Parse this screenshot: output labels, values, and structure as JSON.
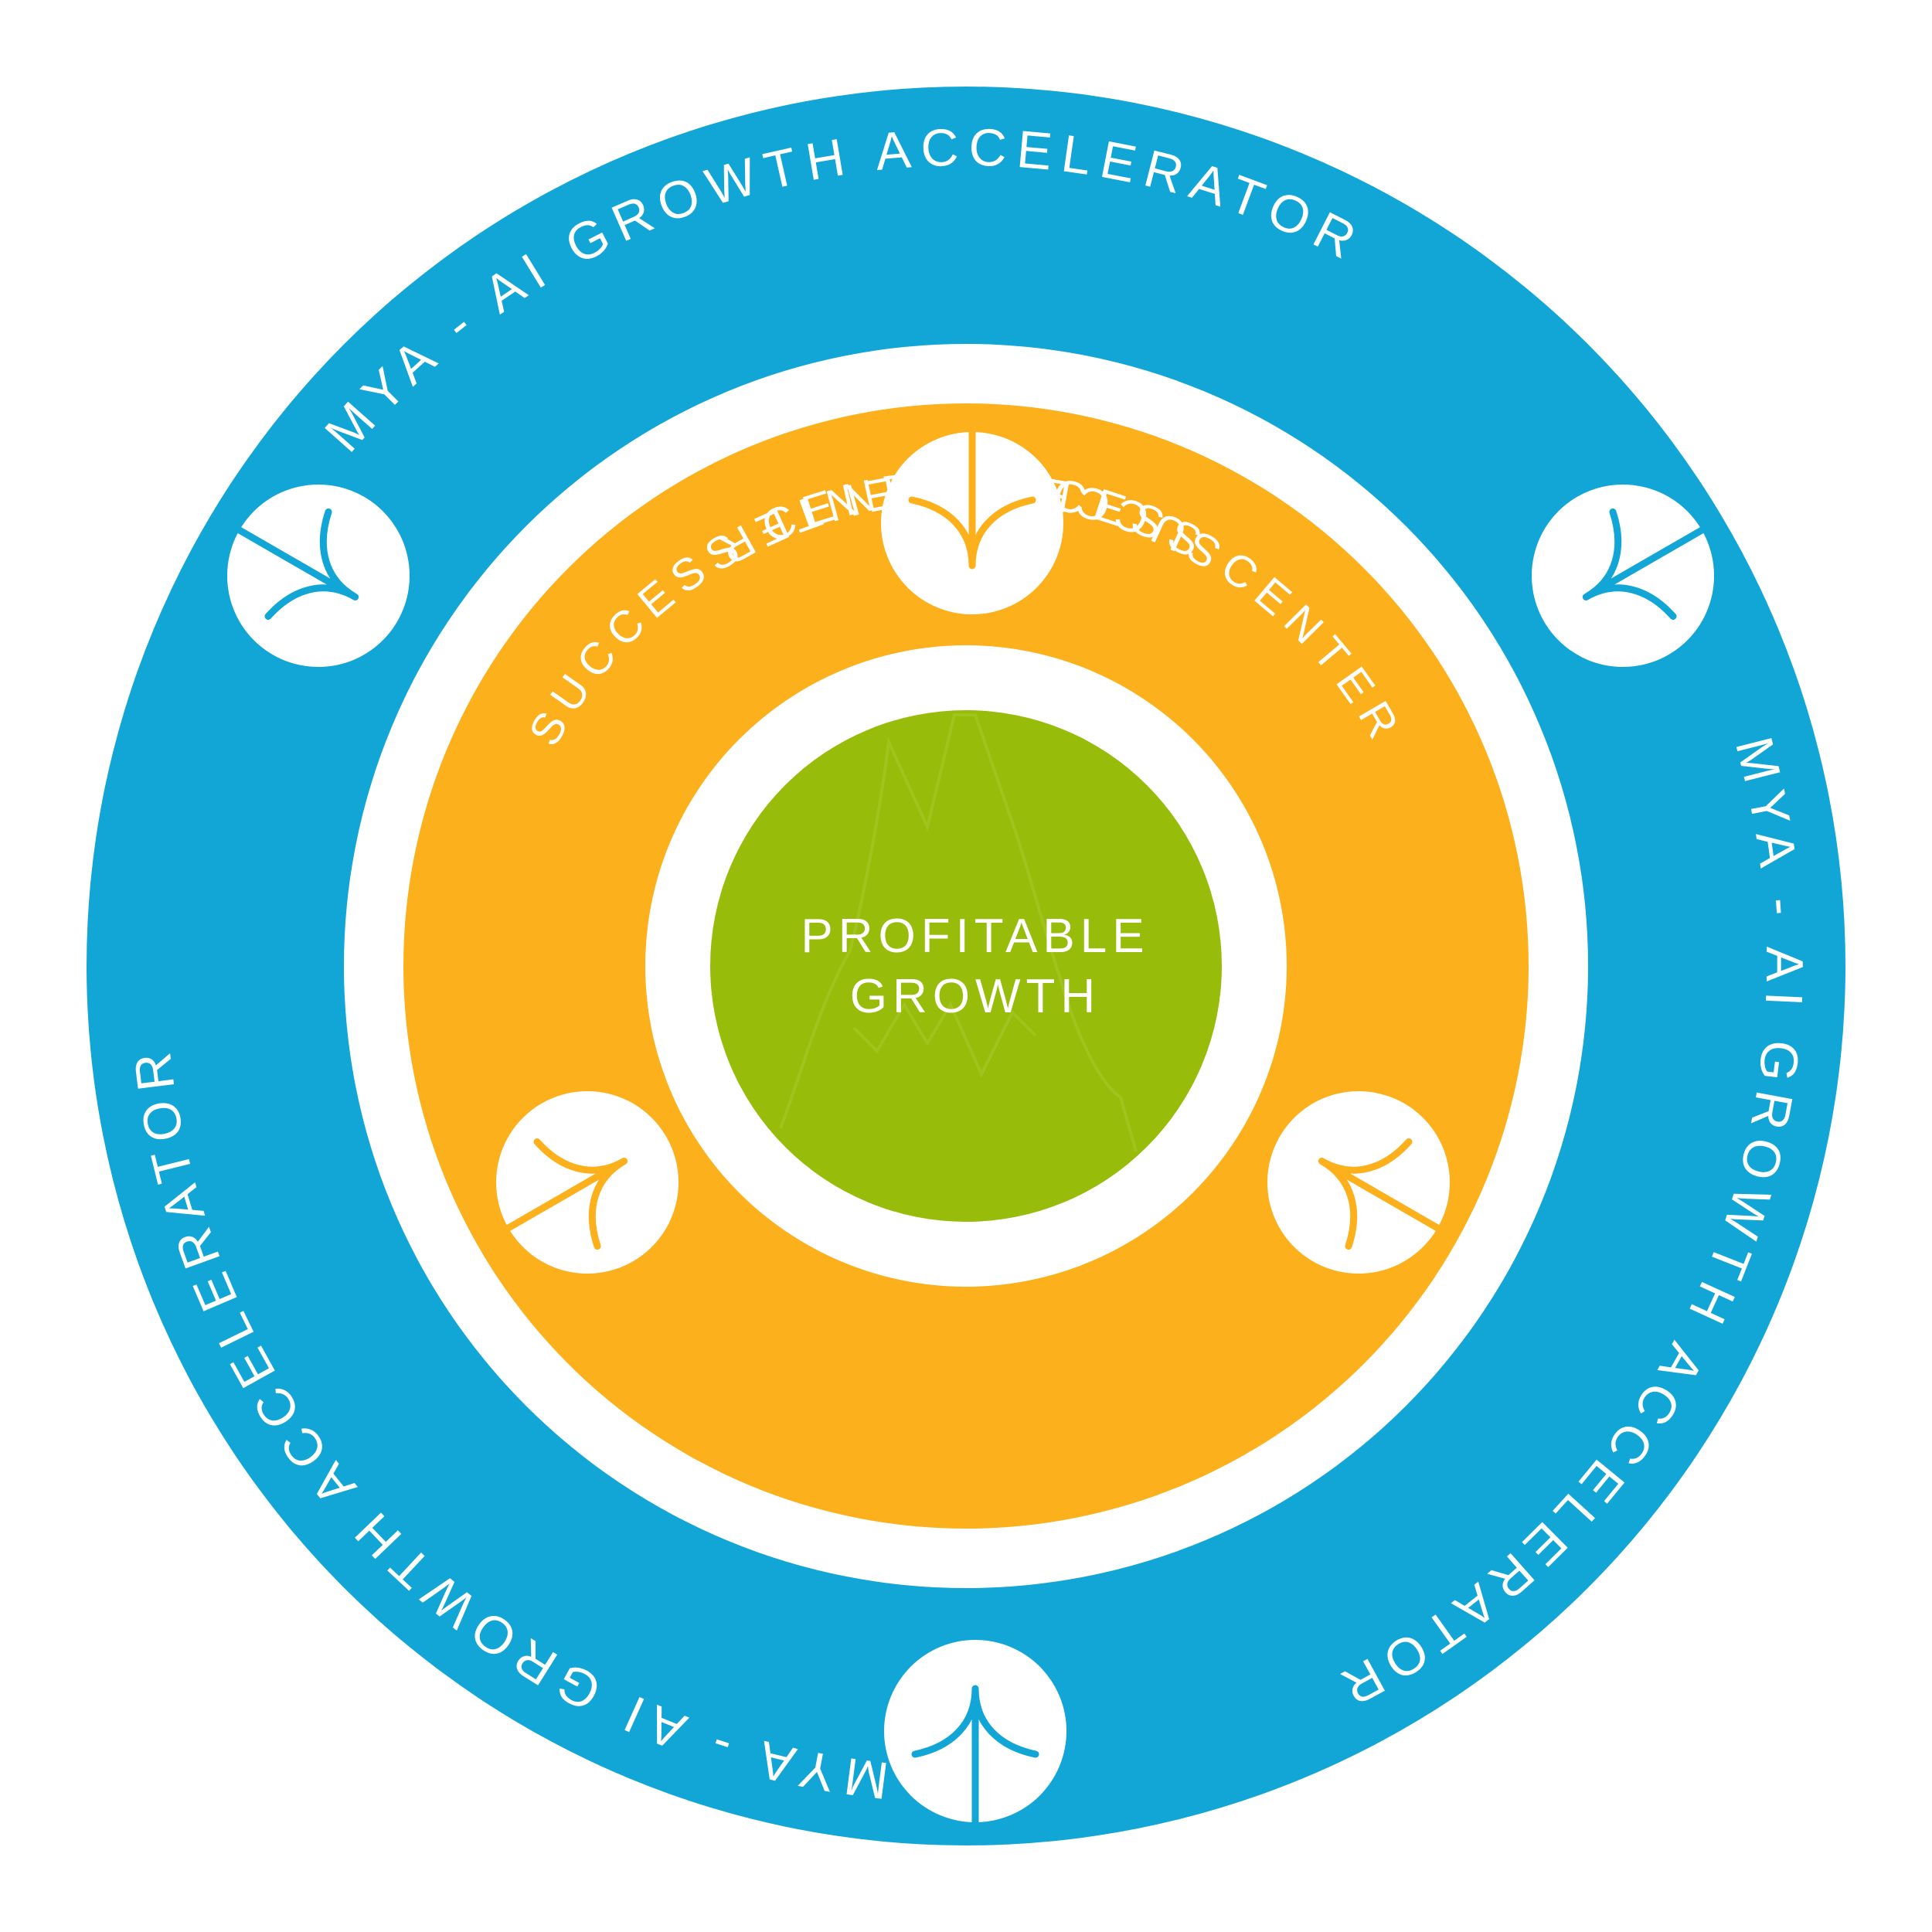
{
  "colors": {
    "outer_ring": "#12A6D6",
    "middle_ring": "#FBB01C",
    "core": "#97BC0A",
    "separator": "#FFFFFF",
    "text": "#FFFFFF"
  },
  "outer_ring": {
    "labels": [
      "MYA - AI GROWTH ACCELERATOR",
      "MYA - AI GROWTH ACCELERATOR",
      "MYA - AI GROWTH ACCELERATOR"
    ],
    "icons": [
      "sprout-icon",
      "sprout-icon",
      "sprout-icon"
    ]
  },
  "middle_ring": {
    "labels": [
      "SUCCESS CENTER",
      "SUCCESS CENTER",
      "SUCCESS CENTER"
    ],
    "icons": [
      "sprout-icon",
      "sprout-icon",
      "sprout-icon"
    ]
  },
  "core": {
    "line1": "PROFITABLE",
    "line2": "GROWTH",
    "background_icon": "tree-outline-icon"
  }
}
